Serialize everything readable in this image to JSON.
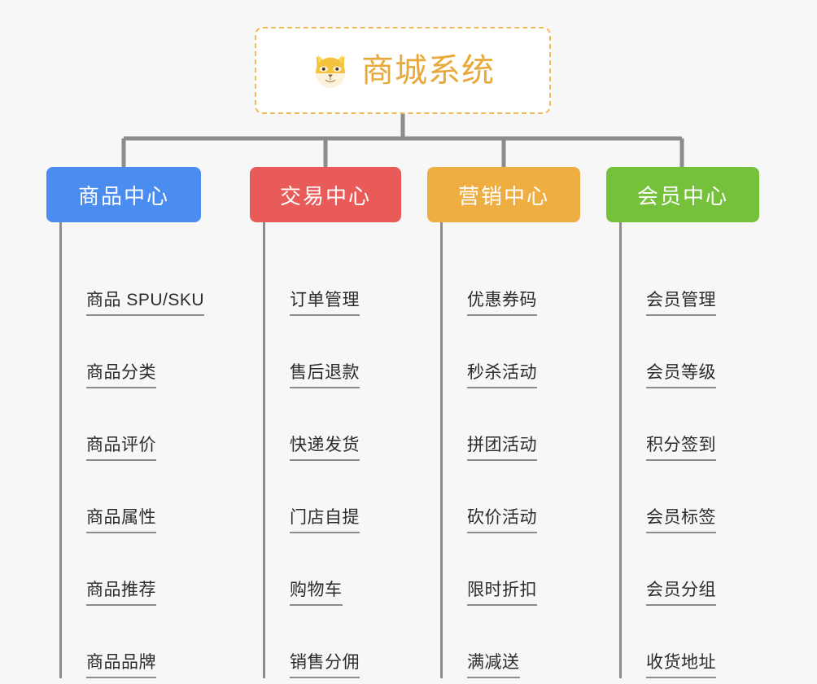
{
  "diagram": {
    "type": "mindmap-tree",
    "background_color": "#f7f7f7",
    "root": {
      "title": "商城系统",
      "icon": "dog-face-icon",
      "title_color": "#e8a93a",
      "border_color": "#f0b95a",
      "background_color": "#ffffff"
    },
    "connector_color": "#8c8c8c",
    "categories": [
      {
        "label": "商品中心",
        "color": "#4a8cf0",
        "items": [
          "商品 SPU/SKU",
          "商品分类",
          "商品评价",
          "商品属性",
          "商品推荐",
          "商品品牌"
        ]
      },
      {
        "label": "交易中心",
        "color": "#e95b58",
        "items": [
          "订单管理",
          "售后退款",
          "快递发货",
          "门店自提",
          "购物车",
          "销售分佣"
        ]
      },
      {
        "label": "营销中心",
        "color": "#eeae42",
        "items": [
          "优惠券码",
          "秒杀活动",
          "拼团活动",
          "砍价活动",
          "限时折扣",
          "满减送"
        ]
      },
      {
        "label": "会员中心",
        "color": "#76c13c",
        "items": [
          "会员管理",
          "会员等级",
          "积分签到",
          "会员标签",
          "会员分组",
          "收货地址"
        ]
      }
    ]
  }
}
